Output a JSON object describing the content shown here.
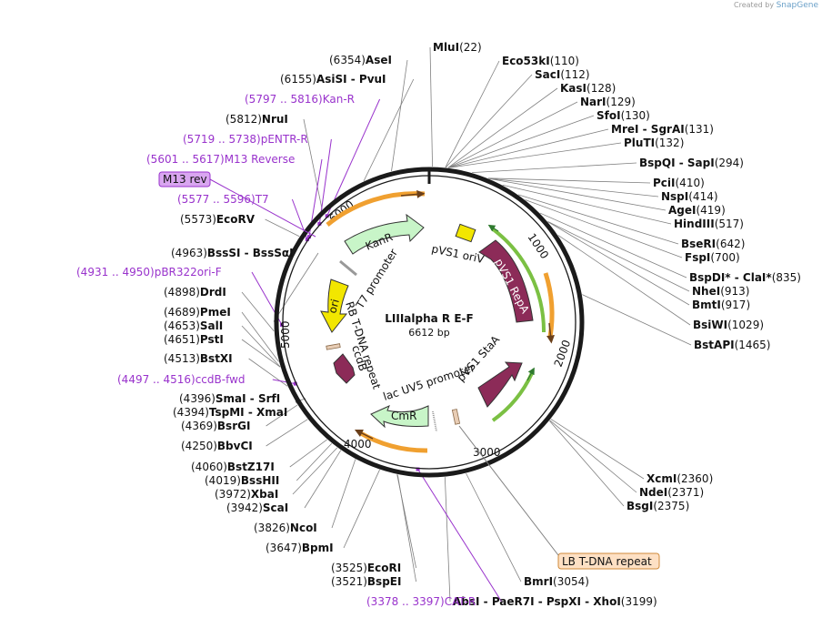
{
  "credit": {
    "prefix": "Created by",
    "brand": "SnapGene"
  },
  "plasmid": {
    "name": "LIIIalpha R E-F",
    "length": "6612 bp",
    "total_bp": 6612
  },
  "ticks": [
    "1000",
    "2000",
    "3000",
    "4000",
    "5000",
    "6000"
  ],
  "sites": [
    {
      "label": "MluI",
      "pos": "(22)",
      "bp": 22,
      "side": "R"
    },
    {
      "label": "Eco53kI",
      "pos": "(110)",
      "bp": 110,
      "side": "R"
    },
    {
      "label": "SacI",
      "pos": "(112)",
      "bp": 112,
      "side": "R"
    },
    {
      "label": "KasI",
      "pos": "(128)",
      "bp": 128,
      "side": "R"
    },
    {
      "label": "NarI",
      "pos": "(129)",
      "bp": 129,
      "side": "R"
    },
    {
      "label": "SfoI",
      "pos": "(130)",
      "bp": 130,
      "side": "R"
    },
    {
      "label": "MreI - SgrAI",
      "pos": "(131)",
      "bp": 131,
      "side": "R"
    },
    {
      "label": "PluTI",
      "pos": "(132)",
      "bp": 132,
      "side": "R"
    },
    {
      "label": "BspQI - SapI",
      "pos": "(294)",
      "bp": 294,
      "side": "R"
    },
    {
      "label": "PciI",
      "pos": "(410)",
      "bp": 410,
      "side": "R"
    },
    {
      "label": "NspI",
      "pos": "(414)",
      "bp": 414,
      "side": "R"
    },
    {
      "label": "AgeI",
      "pos": "(419)",
      "bp": 419,
      "side": "R"
    },
    {
      "label": "HindIII",
      "pos": "(517)",
      "bp": 517,
      "side": "R"
    },
    {
      "label": "BseRI",
      "pos": "(642)",
      "bp": 642,
      "side": "R"
    },
    {
      "label": "FspI",
      "pos": "(700)",
      "bp": 700,
      "side": "R"
    },
    {
      "label": "BspDI* - ClaI*",
      "pos": "(835)",
      "bp": 835,
      "side": "R"
    },
    {
      "label": "NheI",
      "pos": "(913)",
      "bp": 913,
      "side": "R"
    },
    {
      "label": "BmtI",
      "pos": "(917)",
      "bp": 917,
      "side": "R"
    },
    {
      "label": "BsiWI",
      "pos": "(1029)",
      "bp": 1029,
      "side": "R"
    },
    {
      "label": "BstAPI",
      "pos": "(1465)",
      "bp": 1465,
      "side": "R"
    },
    {
      "label": "XcmI",
      "pos": "(2360)",
      "bp": 2360,
      "side": "R"
    },
    {
      "label": "NdeI",
      "pos": "(2371)",
      "bp": 2371,
      "side": "R"
    },
    {
      "label": "BsgI",
      "pos": "(2375)",
      "bp": 2375,
      "side": "R"
    },
    {
      "label": "BmrI",
      "pos": "(3054)",
      "bp": 3054,
      "side": "R"
    },
    {
      "label": "AbsI - PaeR7I - PspXI - XhoI",
      "pos": "(3199)",
      "bp": 3199,
      "side": "R"
    },
    {
      "label": "BspEI",
      "pos": "(3521)",
      "bp": 3521,
      "side": "L"
    },
    {
      "label": "EcoRI",
      "pos": "(3525)",
      "bp": 3525,
      "side": "L"
    },
    {
      "label": "BpmI",
      "pos": "(3647)",
      "bp": 3647,
      "side": "L"
    },
    {
      "label": "NcoI",
      "pos": "(3826)",
      "bp": 3826,
      "side": "L"
    },
    {
      "label": "ScaI",
      "pos": "(3942)",
      "bp": 3942,
      "side": "L"
    },
    {
      "label": "XbaI",
      "pos": "(3972)",
      "bp": 3972,
      "side": "L"
    },
    {
      "label": "BssHII",
      "pos": "(4019)",
      "bp": 4019,
      "side": "L"
    },
    {
      "label": "BstZ17I",
      "pos": "(4060)",
      "bp": 4060,
      "side": "L"
    },
    {
      "label": "BbvCI",
      "pos": "(4250)",
      "bp": 4250,
      "side": "L"
    },
    {
      "label": "BsrGI",
      "pos": "(4369)",
      "bp": 4369,
      "side": "L"
    },
    {
      "label": "TspMI - XmaI",
      "pos": "(4394)",
      "bp": 4394,
      "side": "L"
    },
    {
      "label": "SmaI - SrfI",
      "pos": "(4396)",
      "bp": 4396,
      "side": "L"
    },
    {
      "label": "BstXI",
      "pos": "(4513)",
      "bp": 4513,
      "side": "L"
    },
    {
      "label": "PstI",
      "pos": "(4651)",
      "bp": 4651,
      "side": "L"
    },
    {
      "label": "SalI",
      "pos": "(4653)",
      "bp": 4653,
      "side": "L"
    },
    {
      "label": "PmeI",
      "pos": "(4689)",
      "bp": 4689,
      "side": "L"
    },
    {
      "label": "DrdI",
      "pos": "(4898)",
      "bp": 4898,
      "side": "L"
    },
    {
      "label": "BssSI - BssSαI",
      "pos": "(4963)",
      "bp": 4963,
      "side": "L"
    },
    {
      "label": "EcoRV",
      "pos": "(5573)",
      "bp": 5573,
      "side": "L"
    },
    {
      "label": "NruI",
      "pos": "(5812)",
      "bp": 5812,
      "side": "L"
    },
    {
      "label": "AsiSI - PvuI",
      "pos": "(6155)",
      "bp": 6155,
      "side": "L"
    },
    {
      "label": "AseI",
      "pos": "(6354)",
      "bp": 6354,
      "side": "L"
    }
  ],
  "primers": [
    {
      "range": "(5797 .. 5816)",
      "name": "Kan-R",
      "bp": 5806
    },
    {
      "range": "(5719 .. 5738)",
      "name": "pENTR-R",
      "bp": 5728
    },
    {
      "range": "(5601 .. 5617)",
      "name": "M13 Reverse",
      "bp": 5609
    },
    {
      "range": "(5577 .. 5596)",
      "name": "T7",
      "bp": 5586
    },
    {
      "range": "(4931 .. 4950)",
      "name": "pBR322ori-F",
      "bp": 4940
    },
    {
      "range": "(4497 .. 4516)",
      "name": "ccdB-fwd",
      "bp": 4506
    },
    {
      "range": "(3378 .. 3397)",
      "name": "CAT-R",
      "bp": 3387
    }
  ],
  "boxed_features": [
    {
      "label": "M13 rev",
      "fill": "#d9a6f0",
      "stroke": "#9933cc"
    },
    {
      "label": "LB T-DNA repeat",
      "fill": "#fde0c4",
      "stroke": "#d08a3a"
    }
  ],
  "features": [
    {
      "label": "KanR",
      "color": "#c8f5c8"
    },
    {
      "label": "pVS1 oriV",
      "color": "#f2e600"
    },
    {
      "label": "pVS1 RepA",
      "color": "#8c2b58"
    },
    {
      "label": "ori",
      "color": "#f2e600"
    },
    {
      "label": "T7 promoter",
      "color": "#ffffff"
    },
    {
      "label": "RB T-DNA repeat",
      "color": "#e8cdb5"
    },
    {
      "label": "ccdB",
      "color": "#8c2b58"
    },
    {
      "label": "pVS1 StaA",
      "color": "#8c2b58"
    },
    {
      "label": "lac UV5 promoter",
      "color": "#ffffff"
    },
    {
      "label": "CmR",
      "color": "#c8f5c8"
    }
  ],
  "colors": {
    "backbone": "#1a1a1a",
    "orf": "#f0a030",
    "primer": "#9933cc",
    "connector": "#808080"
  }
}
